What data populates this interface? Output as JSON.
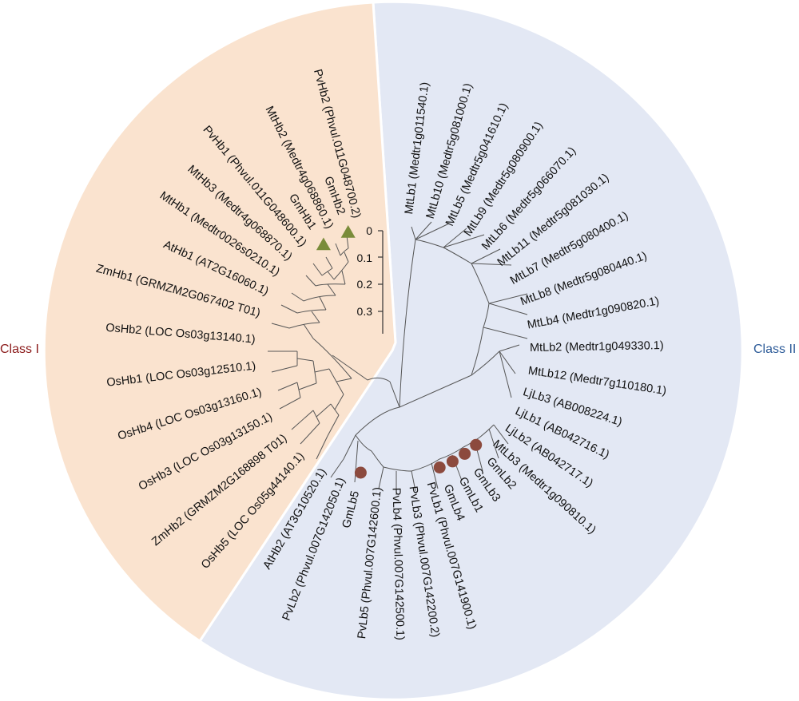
{
  "class_labels": {
    "class1": "Class I",
    "class2": "Class II"
  },
  "colors": {
    "class1_fill": "#FAE3CF",
    "class2_fill": "#E3E8F4",
    "class1_text": "#8B1A1A",
    "class2_text": "#2E5C99",
    "triangle": "#7A8C3A",
    "circle": "#8C4A3E"
  },
  "scale": {
    "ticks": [
      "0",
      "0.1",
      "0.2",
      "0.3"
    ]
  },
  "leaves": [
    {
      "label": "PvHb2 (Phvul.011G048700.2)",
      "angle": -105.0,
      "marker": "none"
    },
    {
      "label": "GmHb2",
      "angle": -110.5,
      "marker": "triangle"
    },
    {
      "label": "MtHb2 (Medtr4g068860.1)",
      "angle": -117.0,
      "marker": "none"
    },
    {
      "label": "GmHb1",
      "angle": -123.0,
      "marker": "triangle"
    },
    {
      "label": "PvHb1 (Phvul.011G048600.1)",
      "angle": -130.0,
      "marker": "none"
    },
    {
      "label": "MtHb3 (Medtr4g068870.1)",
      "angle": -138.0,
      "marker": "none"
    },
    {
      "label": "MtHb1 (Medtr0026s0210.1)",
      "angle": -146.0,
      "marker": "none"
    },
    {
      "label": "AtHb1 (AT2G16060.1)",
      "angle": -155.0,
      "marker": "none"
    },
    {
      "label": "ZmHb1 (GRMZM2G067402 T01)",
      "angle": -164.5,
      "marker": "none"
    },
    {
      "label": "OsHb2 (LOC Os03g13140.1)",
      "angle": -175.5,
      "marker": "none"
    },
    {
      "label": "OsHb1 (LOC Os03g12510.1)",
      "angle": 173.5,
      "marker": "none"
    },
    {
      "label": "OsHb4 (LOC Os03g13160.1)",
      "angle": 162.5,
      "marker": "none"
    },
    {
      "label": "OsHb3 (LOC Os03g13150.1)",
      "angle": 151.5,
      "marker": "none"
    },
    {
      "label": "ZmHb2 (GRMZM2G168898 T01)",
      "angle": 141.0,
      "marker": "none"
    },
    {
      "label": "OsHb5 (LOC Os05g44140.1)",
      "angle": 131.0,
      "marker": "none"
    },
    {
      "label": "AtHb2 (AT3G10520.1)",
      "angle": 120.0,
      "marker": "none"
    },
    {
      "label": "PvLb2 (Phvul.007G142050.1)",
      "angle": 111.5,
      "marker": "none"
    },
    {
      "label": "GmLb5",
      "angle": 104.5,
      "marker": "circle"
    },
    {
      "label": "PvLb5 (Phvul.007G142600.1)",
      "angle": 96.0,
      "marker": "none"
    },
    {
      "label": "PvLb4 (Phvul.007G142500.1)",
      "angle": 88.5,
      "marker": "none"
    },
    {
      "label": "PvLb3 (Phvul.007G142200.2)",
      "angle": 81.5,
      "marker": "none"
    },
    {
      "label": "PvLb1 (Phvul.007G141900.1)",
      "angle": 74.0,
      "marker": "none"
    },
    {
      "label": "GmLb4",
      "angle": 68.0,
      "marker": "circle"
    },
    {
      "label": "GmLb1",
      "angle": 61.5,
      "marker": "circle"
    },
    {
      "label": "GmLb3",
      "angle": 55.0,
      "marker": "circle"
    },
    {
      "label": "GmLb2",
      "angle": 48.5,
      "marker": "circle"
    },
    {
      "label": "MtLb3 (Medtr1g090810.1)",
      "angle": 42.0,
      "marker": "none"
    },
    {
      "label": "LjLb2 (AB042717.1)",
      "angle": 34.0,
      "marker": "none"
    },
    {
      "label": "LjLb1 (AB042716.1)",
      "angle": 26.0,
      "marker": "none"
    },
    {
      "label": "LjLb3 (AB008224.1)",
      "angle": 17.5,
      "marker": "none"
    },
    {
      "label": "MtLb12 (Medtr7g110180.1)",
      "angle": 8.5,
      "marker": "none"
    },
    {
      "label": "MtLb2 (Medtr1g049330.1)",
      "angle": -1.0,
      "marker": "none"
    },
    {
      "label": "MtLb4 (Medtr1g090820.1)",
      "angle": -10.5,
      "marker": "none"
    },
    {
      "label": "MtLb8 (Medtr5g080440.1)",
      "angle": -20.5,
      "marker": "none"
    },
    {
      "label": "MtLb7 (Medtr5g080400.1)",
      "angle": -30.0,
      "marker": "none"
    },
    {
      "label": "MtLb11 (Medtr5g081030.1)",
      "angle": -39.0,
      "marker": "none"
    },
    {
      "label": "MtLb6 (Medtr5g066070.1)",
      "angle": -48.0,
      "marker": "none"
    },
    {
      "label": "MtLb9 (Medtr5g080900.1)",
      "angle": -57.0,
      "marker": "none"
    },
    {
      "label": "MtLb5 (Medtr5g041610.1)",
      "angle": -65.5,
      "marker": "none"
    },
    {
      "label": "MtLb10 (Medtr5g081000.1)",
      "angle": -74.0,
      "marker": "none"
    },
    {
      "label": "MtLb1 (Medtr1g011540.1)",
      "angle": -83.0,
      "marker": "none"
    }
  ]
}
